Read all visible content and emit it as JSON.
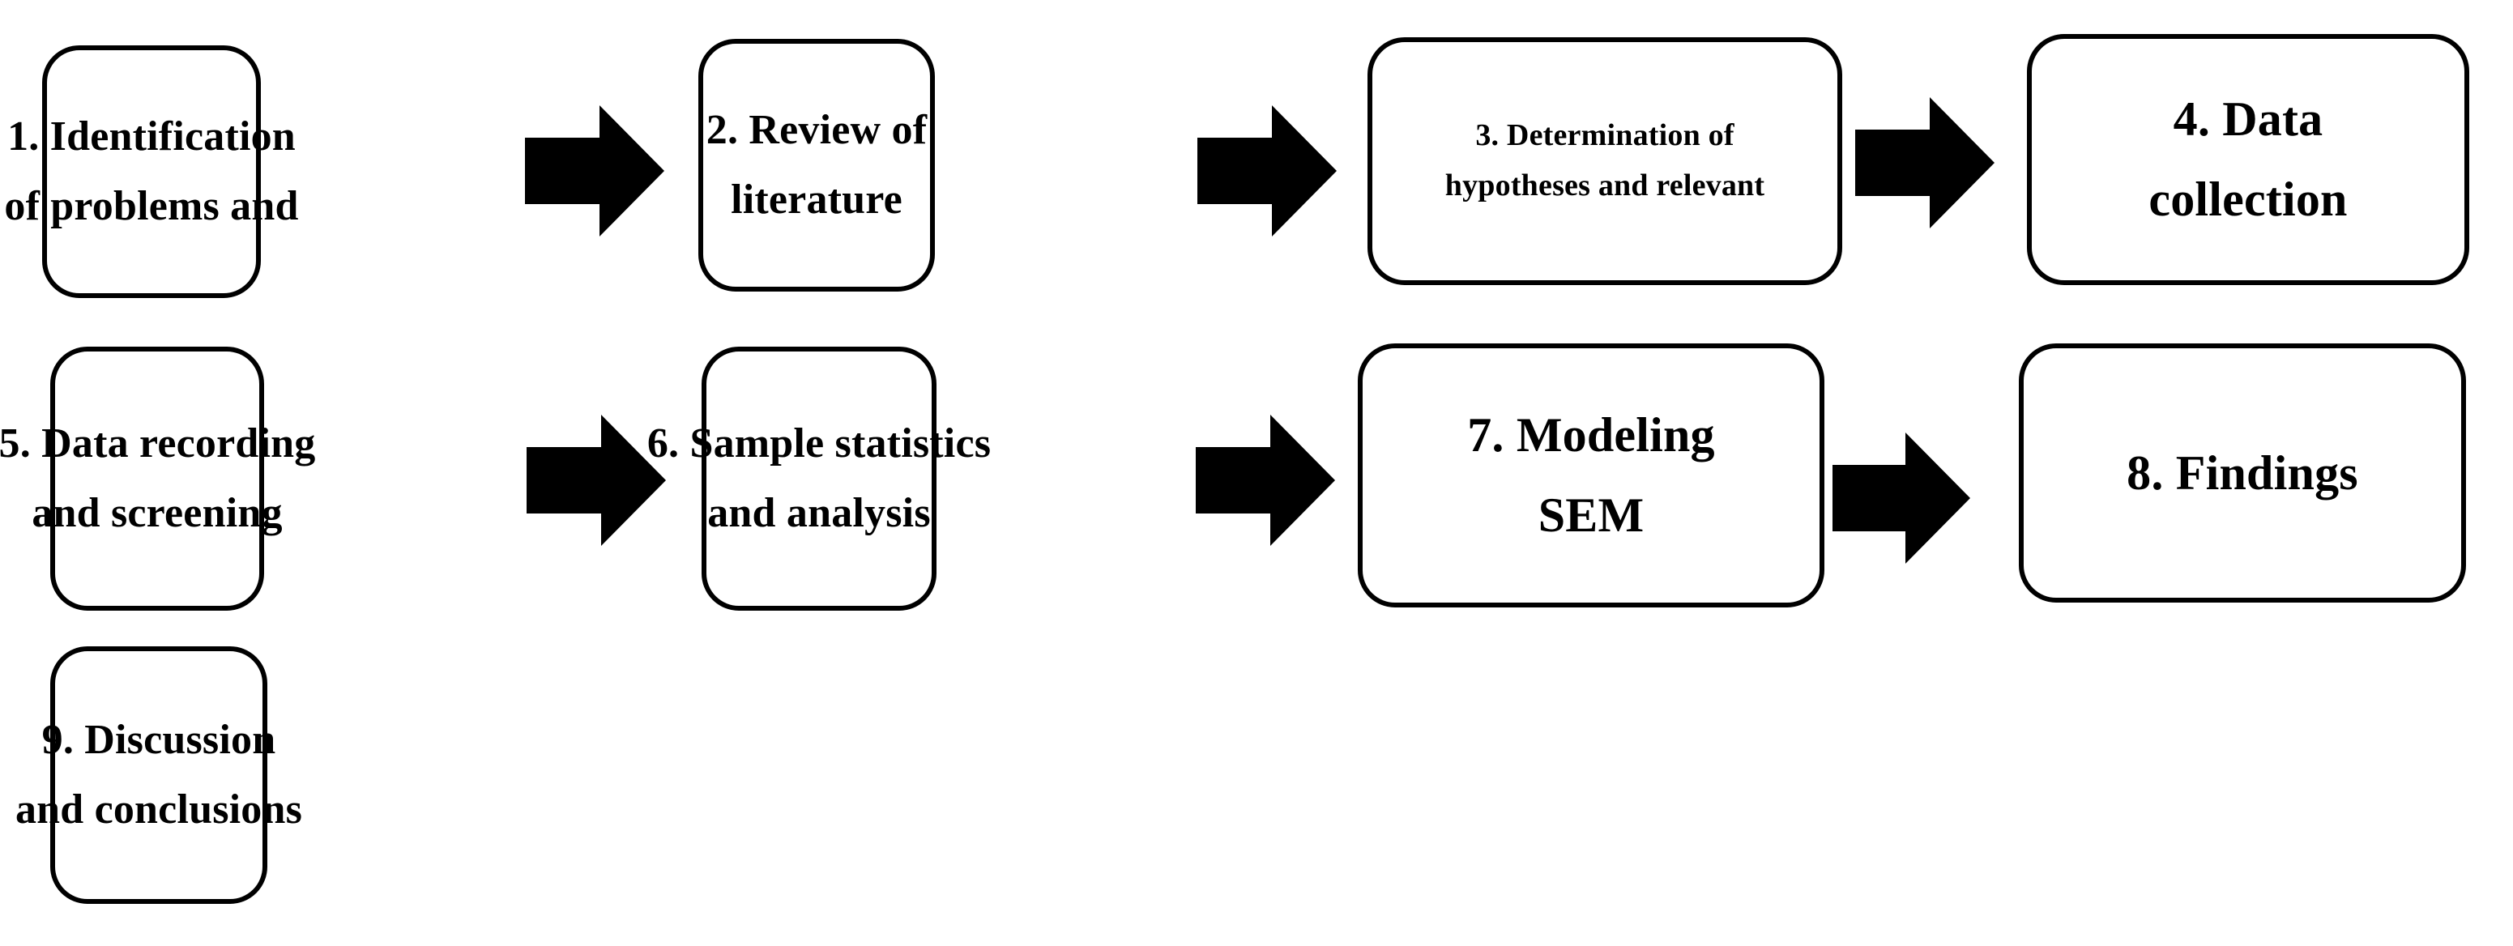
{
  "diagram": {
    "title": "Research process flowchart",
    "background_color": "#ffffff",
    "stroke_color": "#000000",
    "arrow_color": "#000000",
    "nodes": [
      {
        "id": "step-1",
        "number": "1",
        "lines": [
          "1. Identification",
          "of problems and"
        ],
        "size": "md"
      },
      {
        "id": "step-2",
        "number": "2",
        "lines": [
          "2. Review of",
          "literature"
        ],
        "size": "md"
      },
      {
        "id": "step-3",
        "number": "3",
        "lines": [
          "3. Determination of",
          "hypotheses and relevant"
        ],
        "size": "sm"
      },
      {
        "id": "step-4",
        "number": "4",
        "lines": [
          "4. Data",
          "collection"
        ],
        "size": "md"
      },
      {
        "id": "step-5",
        "number": "5",
        "lines": [
          "5. Data recording",
          "and screening"
        ],
        "size": "md"
      },
      {
        "id": "step-6",
        "number": "6",
        "lines": [
          "6. Sample statistics",
          "and analysis"
        ],
        "size": "md"
      },
      {
        "id": "step-7",
        "number": "7",
        "lines": [
          "7. Modeling",
          "SEM"
        ],
        "size": "lg"
      },
      {
        "id": "step-8",
        "number": "8",
        "lines": [
          "8. Findings"
        ],
        "size": "lg"
      },
      {
        "id": "step-9",
        "number": "9",
        "lines": [
          "9. Discussion",
          "and conclusions"
        ],
        "size": "md"
      }
    ],
    "connectors": [
      {
        "id": "arrow-1-2",
        "from": "step-1",
        "to": "step-2",
        "direction": "right"
      },
      {
        "id": "arrow-2-3",
        "from": "step-2",
        "to": "step-3",
        "direction": "right"
      },
      {
        "id": "arrow-3-4",
        "from": "step-3",
        "to": "step-4",
        "direction": "right"
      },
      {
        "id": "arrow-5-6",
        "from": "step-5",
        "to": "step-6",
        "direction": "right"
      },
      {
        "id": "arrow-6-7",
        "from": "step-6",
        "to": "step-7",
        "direction": "right"
      },
      {
        "id": "arrow-7-8",
        "from": "step-7",
        "to": "step-8",
        "direction": "right"
      }
    ]
  }
}
